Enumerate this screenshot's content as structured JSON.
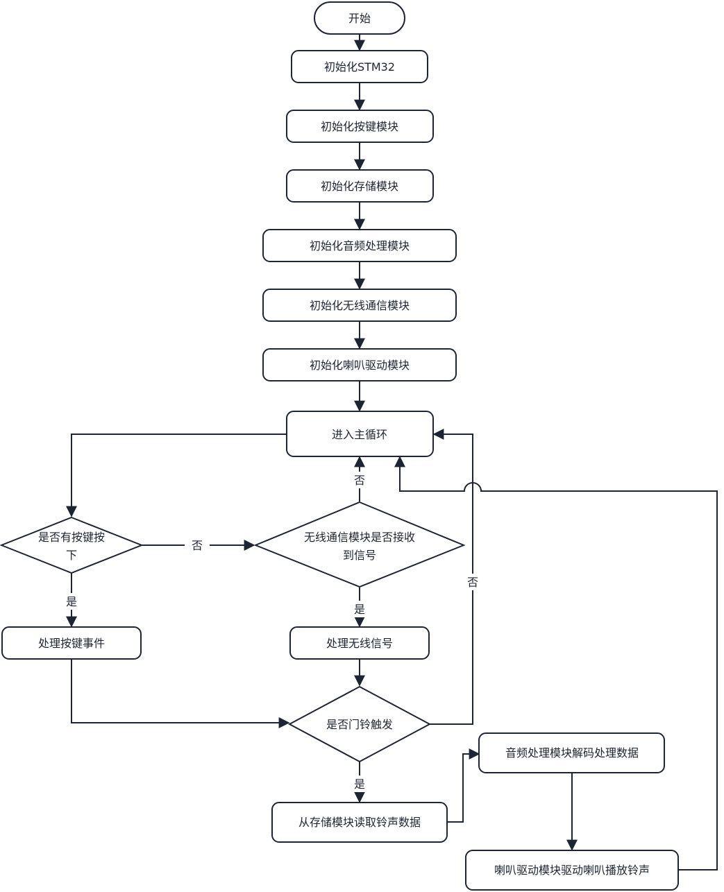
{
  "nodes": {
    "start": "开始",
    "init_stm32": "初始化STM32",
    "init_key": "初始化按键模块",
    "init_storage": "初始化存储模块",
    "init_audio": "初始化音频处理模块",
    "init_wireless": "初始化无线通信模块",
    "init_speaker": "初始化喇叭驱动模块",
    "main_loop": "进入主循环",
    "key_pressed_line1": "是否有按键按",
    "key_pressed_line2": "下",
    "wireless_recv_line1": "无线通信模块是否接收",
    "wireless_recv_line2": "到信号",
    "handle_key": "处理按键事件",
    "handle_wireless": "处理无线信号",
    "doorbell_triggered": "是否门铃触发",
    "read_ringtone": "从存储模块读取铃声数据",
    "audio_decode": "音频处理模块解码处理数据",
    "speaker_play": "喇叭驱动模块驱动喇叭播放铃声"
  },
  "edge_labels": {
    "key_no": "否",
    "key_yes": "是",
    "wireless_no": "否",
    "wireless_yes": "是",
    "doorbell_no": "否",
    "doorbell_yes": "是"
  }
}
